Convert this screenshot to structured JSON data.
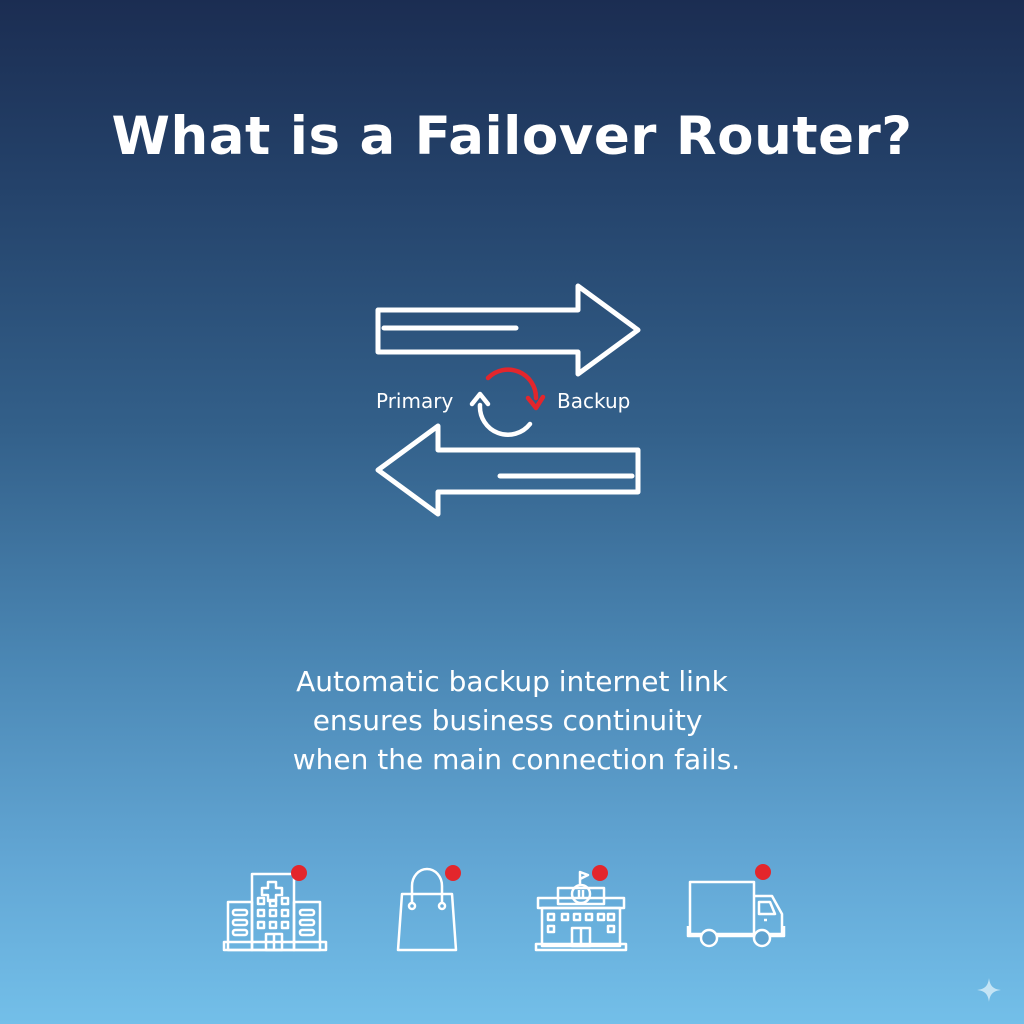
{
  "header": {
    "title": "What is a Failover Router?"
  },
  "diagram": {
    "primary_label": "Primary",
    "backup_label": "Backup",
    "arrow_top_direction": "right",
    "arrow_bottom_direction": "left",
    "switch_icon": "failover-cycle-icon"
  },
  "description": {
    "lines": [
      "Automatic backup internet link",
      "ensures business continuity ",
      " when the main connection fails."
    ]
  },
  "use_cases": [
    {
      "icon": "hospital-icon",
      "badge_color": "#e3262c"
    },
    {
      "icon": "shopping-bag-icon",
      "badge_color": "#e3262c"
    },
    {
      "icon": "school-building-icon",
      "badge_color": "#e3262c"
    },
    {
      "icon": "delivery-truck-icon",
      "badge_color": "#e3262c"
    }
  ],
  "colors": {
    "background_top": "#1b2d52",
    "background_bottom": "#73bfe9",
    "accent_red": "#e3262c",
    "foreground": "#ffffff"
  },
  "watermark": {
    "icon": "sparkle-icon"
  }
}
